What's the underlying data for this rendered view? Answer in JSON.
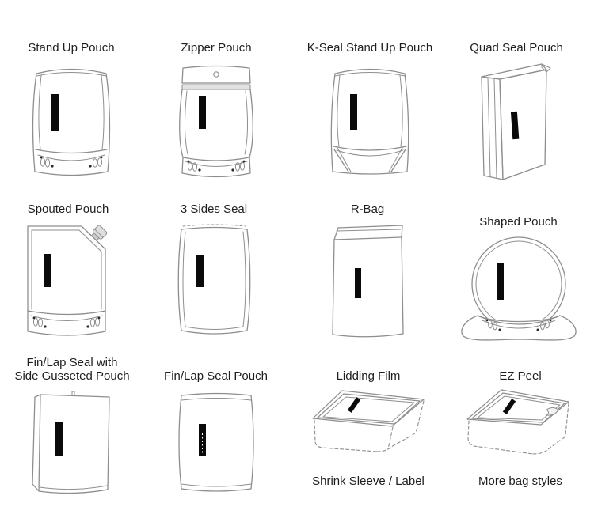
{
  "page": {
    "background": "#ffffff",
    "text_color": "#1e1e1e",
    "line_color": "#8e8e8e",
    "bar_color": "#0a0a0a"
  },
  "grid": {
    "items": [
      {
        "label": "Stand Up Pouch",
        "illustration": "stand-up-pouch"
      },
      {
        "label": "Zipper Pouch",
        "illustration": "zipper-pouch"
      },
      {
        "label": "K-Seal Stand Up Pouch",
        "illustration": "k-seal-stand-up-pouch"
      },
      {
        "label": "Quad Seal Pouch",
        "illustration": "quad-seal-pouch"
      },
      {
        "label": "Spouted Pouch",
        "illustration": "spouted-pouch"
      },
      {
        "label": "3 Sides Seal",
        "illustration": "three-sides-seal"
      },
      {
        "label": "R-Bag",
        "illustration": "r-bag"
      },
      {
        "label": "Shaped Pouch",
        "illustration": "shaped-pouch"
      },
      {
        "label": "Fin/Lap Seal with\nSide Gusseted Pouch",
        "illustration": "fin-lap-seal-side-gusseted-pouch"
      },
      {
        "label": "Fin/Lap Seal Pouch",
        "illustration": "fin-lap-seal-pouch"
      },
      {
        "label": "Lidding Film",
        "illustration": "lidding-film"
      },
      {
        "label": "EZ Peel",
        "illustration": "ez-peel"
      }
    ]
  },
  "footnotes": [
    {
      "label": "Shrink Sleeve / Label"
    },
    {
      "label": "More bag styles"
    }
  ]
}
